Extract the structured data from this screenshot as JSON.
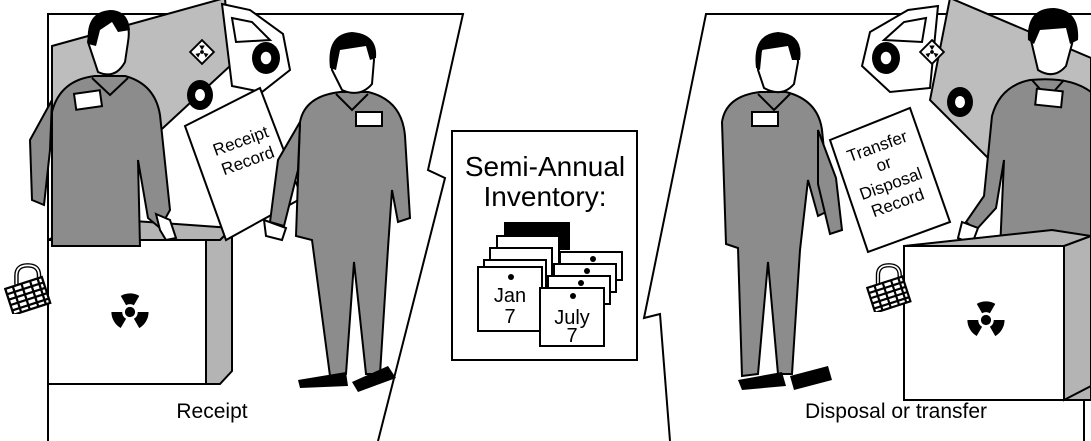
{
  "panels": {
    "receipt": {
      "caption": "Receipt",
      "document_lines": [
        "Receipt",
        "Record"
      ]
    },
    "inventory": {
      "title_lines": [
        "Semi-Annual",
        "Inventory:"
      ],
      "calendars": [
        {
          "lines": [
            "Jan",
            "7"
          ]
        },
        {
          "lines": [
            "July",
            "7"
          ]
        }
      ]
    },
    "disposal": {
      "caption": "Disposal or transfer",
      "document_lines": [
        "Transfer",
        "or",
        "Disposal",
        "Record"
      ]
    }
  },
  "icons": [
    "truck-icon",
    "radiation-placard-icon",
    "radiation-trefoil-icon",
    "padlock-icon",
    "person-icon",
    "document-icon",
    "calendar-icon"
  ],
  "colors": {
    "ink": "#000000",
    "paper": "#ffffff",
    "uniform": "#8c8c8c",
    "box_side": "#b4b4b4",
    "truck": "#bdbdbd"
  }
}
